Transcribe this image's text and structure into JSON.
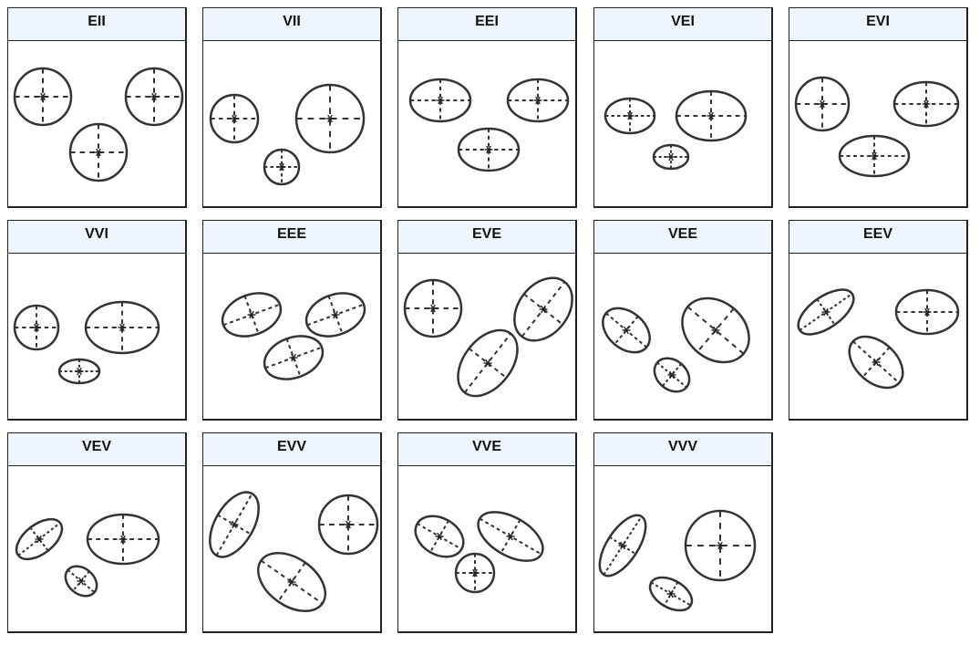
{
  "models": [
    {
      "label": "EII"
    },
    {
      "label": "VII"
    },
    {
      "label": "EEI"
    },
    {
      "label": "VEI"
    },
    {
      "label": "EVI"
    },
    {
      "label": "VVI"
    },
    {
      "label": "EEE"
    },
    {
      "label": "EVE"
    },
    {
      "label": "VEE"
    },
    {
      "label": "EEV"
    },
    {
      "label": "VEV"
    },
    {
      "label": "EVV"
    },
    {
      "label": "VVE"
    },
    {
      "label": "VVV"
    }
  ]
}
